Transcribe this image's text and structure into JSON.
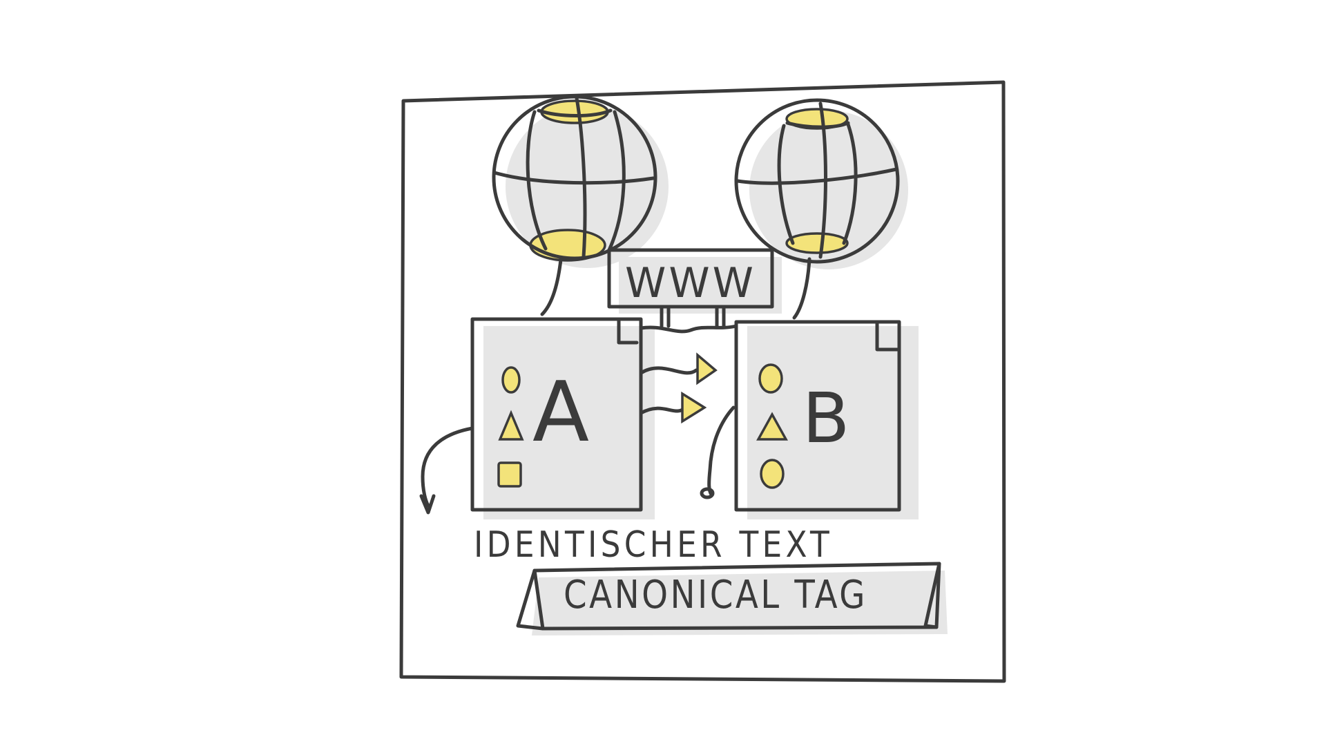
{
  "illustration": {
    "www_label": "WWW",
    "page_a_label": "A",
    "page_b_label": "B",
    "caption": "IDENTISCHER TEXT",
    "banner_text": "CANONICAL TAG"
  },
  "colors": {
    "ink": "#3b3b3b",
    "highlight": "#f3e37a",
    "shadow": "#e6e6e6",
    "background": "#ffffff"
  },
  "icons": [
    "globe-icon",
    "globe-icon",
    "document-icon",
    "document-icon",
    "circle-icon",
    "triangle-icon",
    "square-icon",
    "arrow-icon"
  ]
}
